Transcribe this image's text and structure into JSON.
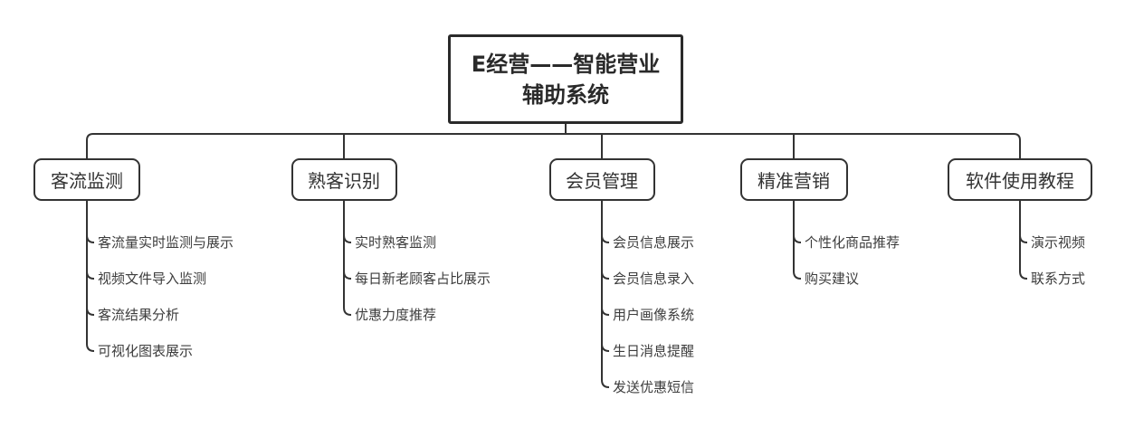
{
  "root": {
    "line1": "E经营——智能营业",
    "line2": "辅助系统"
  },
  "branches": [
    {
      "label": "客流监测",
      "children": [
        "客流量实时监测与展示",
        "视频文件导入监测",
        "客流结果分析",
        "可视化图表展示"
      ]
    },
    {
      "label": "熟客识别",
      "children": [
        "实时熟客监测",
        "每日新老顾客占比展示",
        "优惠力度推荐"
      ]
    },
    {
      "label": "会员管理",
      "children": [
        "会员信息展示",
        "会员信息录入",
        "用户画像系统",
        "生日消息提醒",
        "发送优惠短信"
      ]
    },
    {
      "label": "精准营销",
      "children": [
        "个性化商品推荐",
        "购买建议"
      ]
    },
    {
      "label": "软件使用教程",
      "children": [
        "演示视频",
        "联系方式"
      ]
    }
  ],
  "colors": {
    "line": "#333333",
    "root_border": "#2a2a2a",
    "branch_border": "#333333",
    "root_text": "#2a2a2a",
    "branch_text": "#333333",
    "leaf_text": "#3d3d3d",
    "background": "#ffffff"
  }
}
